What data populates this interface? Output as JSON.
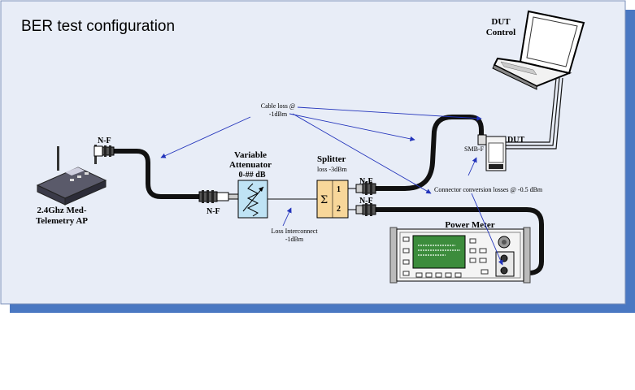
{
  "title": "BER test configuration",
  "colors": {
    "panel_bg": "#e8edf7",
    "panel_shadow": "#4a78c2",
    "annotation_line": "#2233bb",
    "attenuator_fill": "#bfe3f5",
    "splitter_fill": "#f8d79a",
    "cable": "#111111",
    "screen_green": "#3c8c3c"
  },
  "labels": {
    "dut_control": [
      "DUT",
      "Control"
    ],
    "ap": [
      "2.4Ghz Med-",
      "Telemetry AP"
    ],
    "ap_connector": "N-F",
    "attenuator_in_connector": "N-F",
    "attenuator_title": [
      "Variable",
      "Attenuator"
    ],
    "attenuator_range": "0-## dB",
    "splitter_title": "Splitter",
    "splitter_loss": "loss -3dBm",
    "splitter_symbol": "Σ",
    "splitter_port1": "1",
    "splitter_port2": "2",
    "port1_connector": "N-F",
    "port2_connector": "N-F",
    "dut": "DUT",
    "dut_connector": "SMB-F",
    "power_meter": "Power Meter",
    "cable_loss": [
      "Cable  loss @",
      "-1dBm"
    ],
    "interconnect_loss": [
      "Loss Interconnect",
      "-1dBm"
    ],
    "connector_loss": "Connector conversion  losses @ -0.5 dBm"
  }
}
